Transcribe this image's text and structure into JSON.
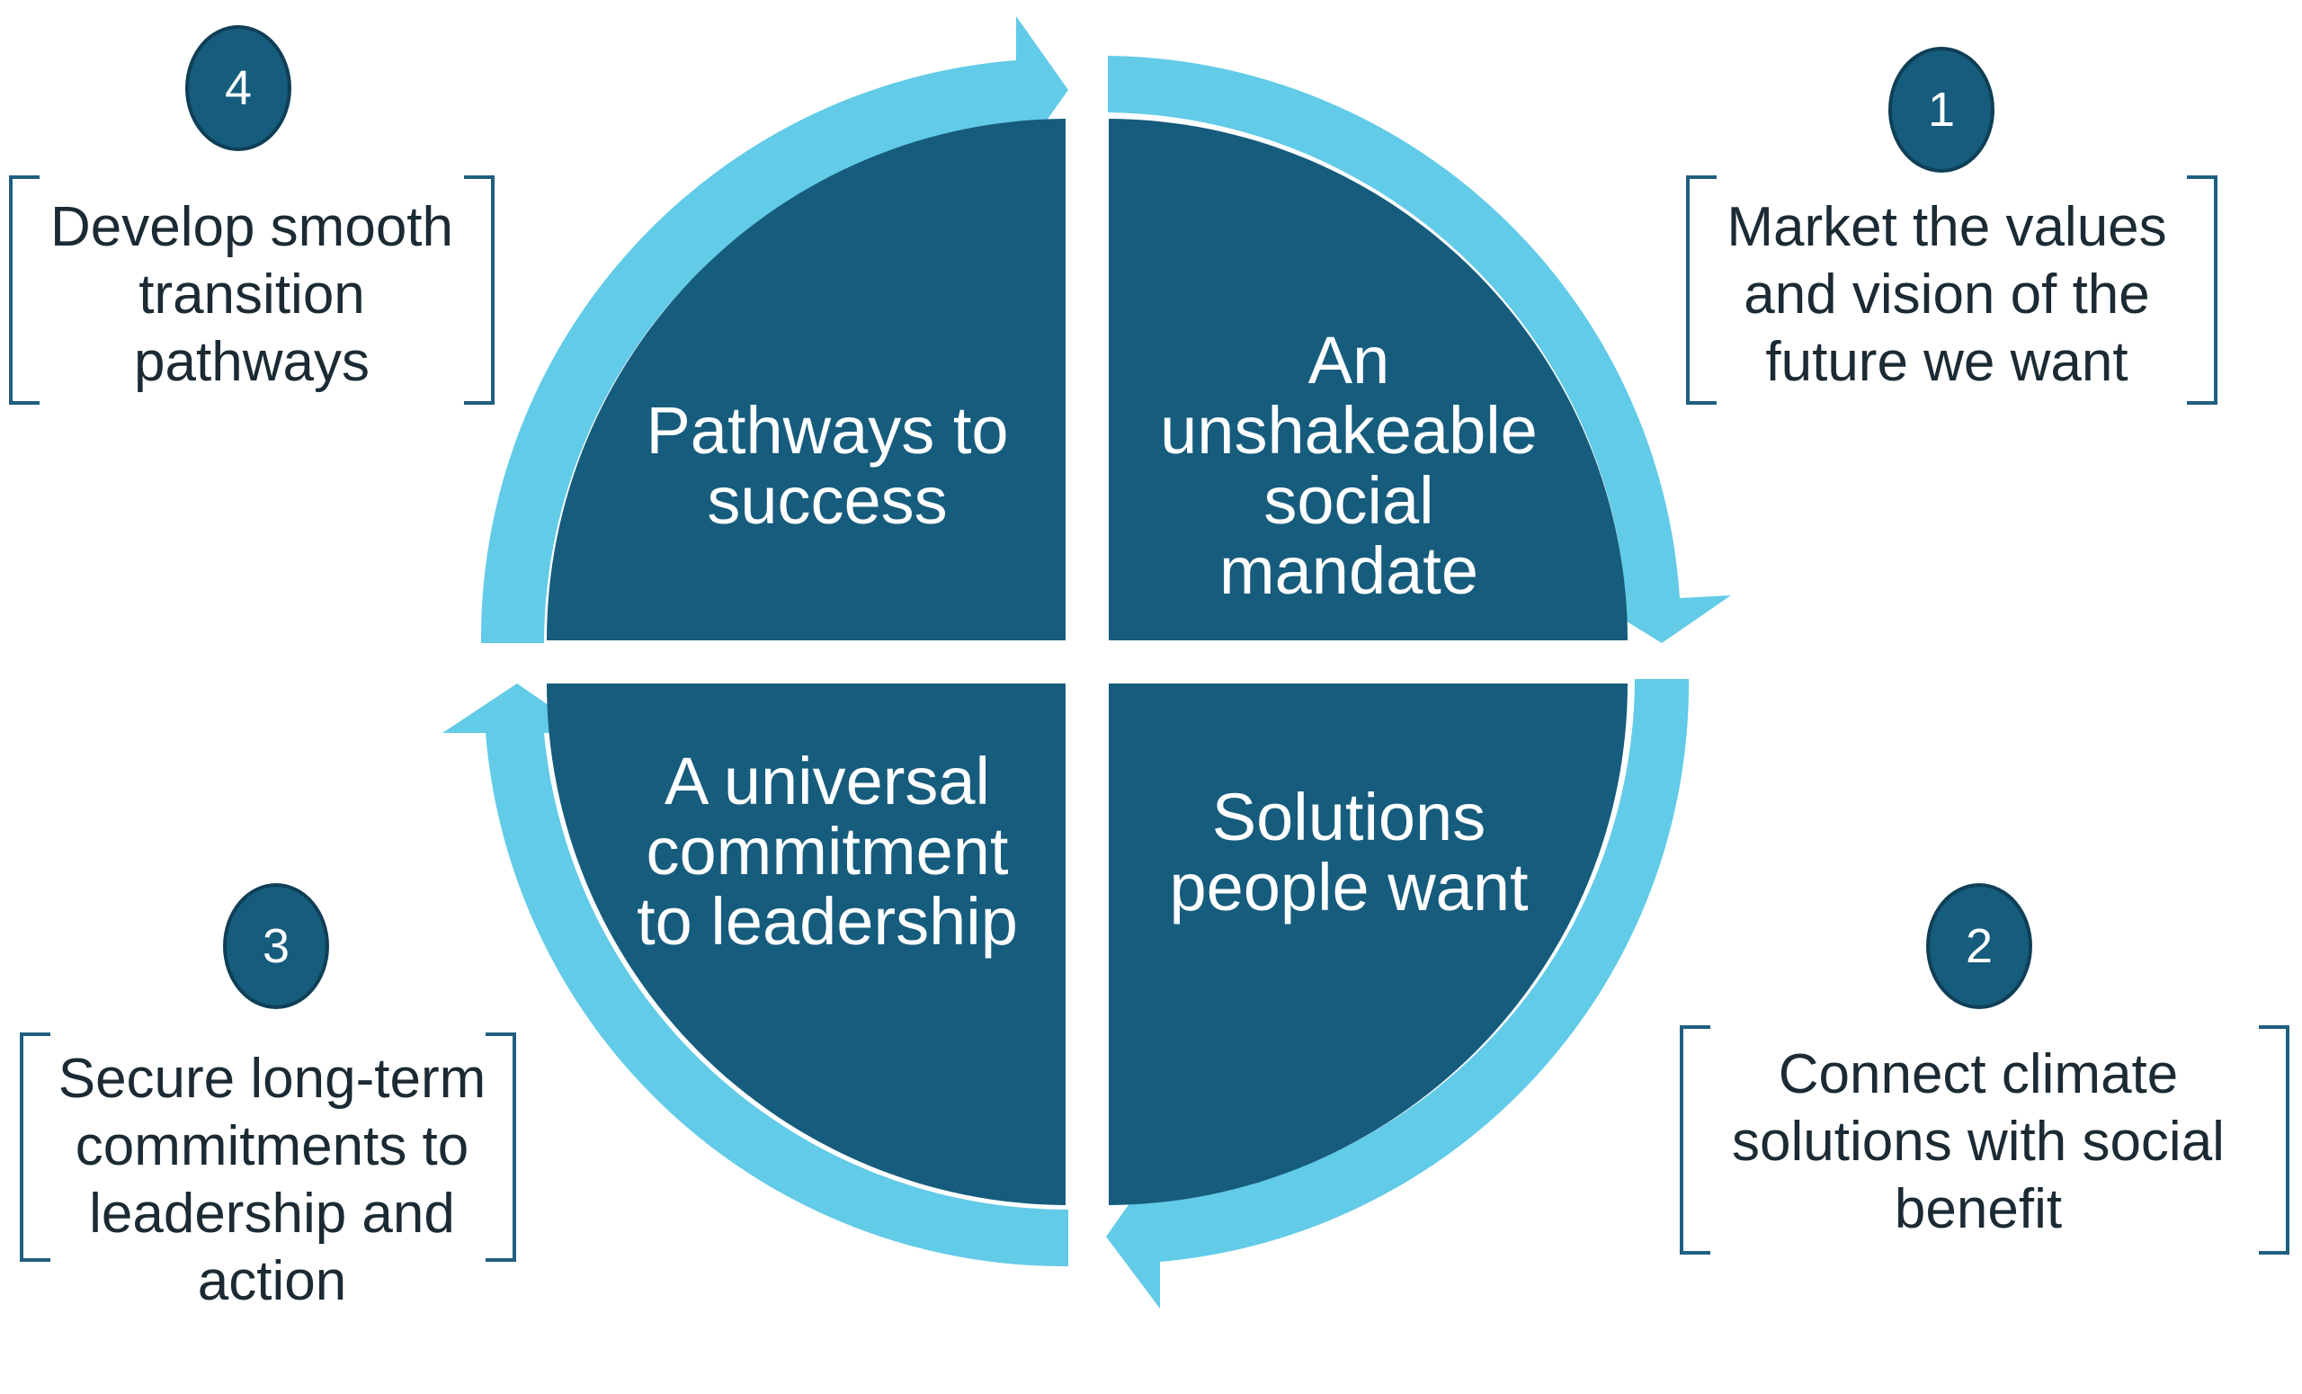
{
  "colors": {
    "quadrant_fill": "#165c7d",
    "arrow_ring": "#62cbe7",
    "badge_fill": "#165c7d",
    "bracket": "#1f5f7f",
    "note_text": "#1b2a33"
  },
  "quadrants": {
    "top_left": "Pathways to\nsuccess",
    "top_right": "An\nunshakeable\nsocial\nmandate",
    "bottom_left": "A universal\ncommitment\nto leadership",
    "bottom_right": "Solutions\npeople want"
  },
  "steps": [
    {
      "number": "1",
      "text": "Market the values\nand vision of the\nfuture we want"
    },
    {
      "number": "2",
      "text": "Connect climate\nsolutions with social\nbenefit"
    },
    {
      "number": "3",
      "text": "Secure long-term\ncommitments to\nleadership and\naction"
    },
    {
      "number": "4",
      "text": "Develop smooth\ntransition\npathways"
    }
  ]
}
